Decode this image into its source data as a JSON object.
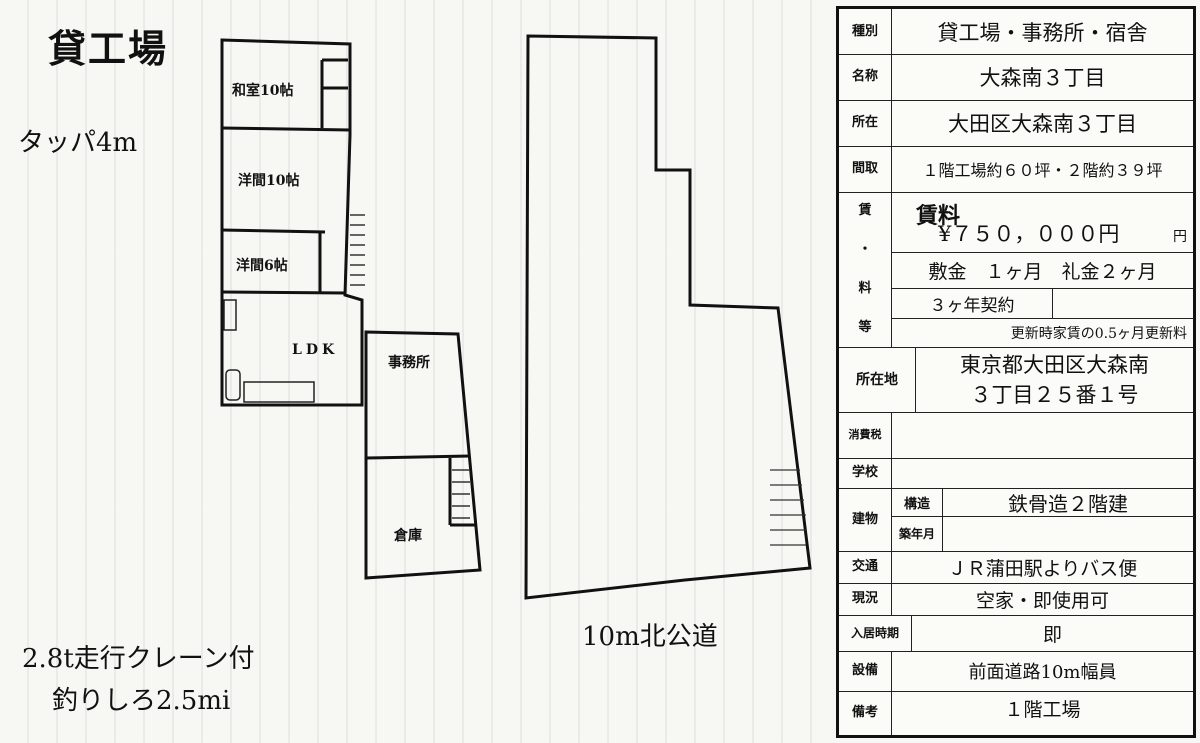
{
  "page": {
    "title": "貸工場"
  },
  "notes": {
    "tap": "タッパ4m",
    "crane": "2.8t走行クレーン付",
    "hook": "釣りしろ2.5mi",
    "road": "10m北公道"
  },
  "floor_plan": {
    "rooms": {
      "washitsu": "和室10帖",
      "yoma10": "洋間10帖",
      "yoma6": "洋間6帖",
      "ldk": "LDK",
      "office": "事務所",
      "warehouse": "倉庫"
    }
  },
  "table": {
    "shubetsu": {
      "key": "種別",
      "value": "貸工場・事務所・宿舎"
    },
    "meisho": {
      "key": "名称",
      "value": "大森南３丁目"
    },
    "shozai": {
      "key": "所在",
      "value": "大田区大森南３丁目"
    },
    "madori": {
      "key": "間取",
      "value": "１階工場約６０坪・２階約３９坪"
    },
    "chinryo": {
      "key1": "賃",
      "key2": "・",
      "key3": "料",
      "key4": "等",
      "rent_label": "賃料",
      "rent_value": "¥７５０，０００円",
      "rent_unit": "円",
      "deposit": "敷金　１ヶ月　礼金２ヶ月",
      "contract": "３ヶ年契約",
      "renewal": "更新時家賃の0.5ヶ月更新料"
    },
    "address": {
      "key": "所在地",
      "line1": "東京都大田区大森南",
      "line2": "３丁目２５番１号"
    },
    "tax": {
      "key": "消費税",
      "value": ""
    },
    "school": {
      "key": "学校",
      "value": ""
    },
    "building": {
      "key": "建物",
      "structure_key": "構造",
      "structure": "鉄骨造２階建",
      "year_key": "築年月",
      "year": ""
    },
    "access": {
      "key": "交通",
      "value": "ＪＲ蒲田駅よりバス便"
    },
    "status": {
      "key": "現況",
      "value": "空家・即使用可"
    },
    "move_in": {
      "key": "入居時期",
      "value": "即"
    },
    "facility": {
      "key": "設備",
      "value": "前面道路10m幅員"
    },
    "remarks": {
      "key": "備考",
      "value": "１階工場"
    }
  }
}
